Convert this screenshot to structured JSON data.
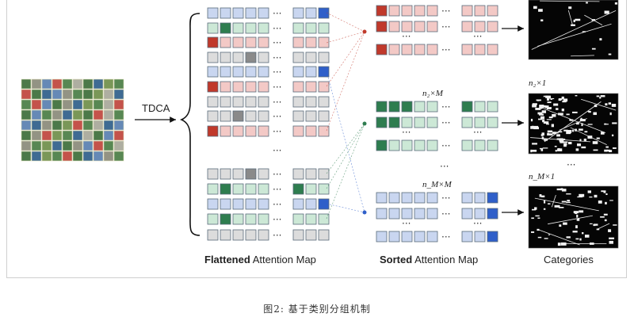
{
  "labels": {
    "tdca": "TDCA",
    "flattened_bold": "Flattened",
    "flattened_rest": " Attention Map",
    "sorted_bold": "Sorted",
    "sorted_rest": " Attention Map",
    "categories": "Categories"
  },
  "math": {
    "n2M": "n₂×M",
    "nMM": "n_M×M",
    "n2x1": "n₂×1",
    "nMx1": "n_M×1"
  },
  "caption": "图2: 基于类别分组机制",
  "ellipsis": "···",
  "vertical_ellipsis": "···",
  "colors": {
    "grey_light": "#dcdcdc",
    "grey_dark": "#8a8a8a",
    "red_light": "#f3c9c6",
    "red_dark": "#c0392b",
    "green_light": "#cce8d6",
    "green_dark": "#2e7d4f",
    "blue_light": "#c9d6f0",
    "blue_dark": "#2f5fc9",
    "cell_border": "#5a6b7a"
  },
  "flattened_rows": [
    [
      "g",
      "g",
      "g",
      "g",
      "g",
      "g",
      "g",
      "B"
    ],
    [
      "g",
      "G",
      "g",
      "g",
      "g",
      "g",
      "g",
      "g"
    ],
    [
      "R",
      "r",
      "r",
      "r",
      "r",
      "r",
      "r",
      "r"
    ],
    [
      "g",
      "g",
      "g",
      "D",
      "g",
      "g",
      "g",
      "g"
    ],
    [
      "g",
      "g",
      "g",
      "b",
      "g",
      "b",
      "g",
      "B"
    ],
    [
      "R",
      "r",
      "r",
      "r",
      "g",
      "r",
      "r",
      "g"
    ],
    [
      "g",
      "g",
      "g",
      "g",
      "g",
      "g",
      "g",
      "g"
    ],
    [
      "g",
      "g",
      "D",
      "g",
      "g",
      "g",
      "g",
      "g"
    ],
    [
      "R",
      "r",
      "r",
      "r",
      "r",
      "r",
      "r",
      "r"
    ],
    [
      "g",
      "g",
      "g",
      "D",
      "g",
      "g",
      "g",
      "g"
    ],
    [
      "g",
      "G",
      "g",
      "g",
      "g",
      "G",
      "g",
      "g"
    ],
    [
      "g",
      "g",
      "b",
      "b",
      "g",
      "g",
      "b",
      "B"
    ],
    [
      "g",
      "G",
      "g",
      "g",
      "g",
      "g",
      "g",
      "g"
    ],
    [
      "g",
      "g",
      "g",
      "g",
      "g",
      "g",
      "g",
      "g"
    ]
  ],
  "sorted_groups": [
    {
      "rows": [
        [
          "R",
          "r",
          "r",
          "r",
          "r",
          "r",
          "r",
          "r"
        ],
        [
          "R",
          "r",
          "r",
          "r",
          "r",
          "r",
          "r",
          "r"
        ],
        [
          "R",
          "r",
          "r",
          "r",
          "r",
          "r",
          "r",
          "r"
        ]
      ]
    },
    {
      "rows": [
        [
          "G",
          "G",
          "G",
          "g",
          "g",
          "G",
          "g",
          "g"
        ],
        [
          "G",
          "G",
          "g",
          "g",
          "g",
          "g",
          "g",
          "g"
        ],
        [
          "G",
          "g",
          "g",
          "g",
          "g",
          "g",
          "g",
          "g"
        ]
      ]
    },
    {
      "rows": [
        [
          "b",
          "b",
          "b",
          "b",
          "b",
          "b",
          "b",
          "B"
        ],
        [
          "b",
          "b",
          "b",
          "b",
          "b",
          "b",
          "b",
          "B"
        ],
        [
          "b",
          "b",
          "b",
          "b",
          "b",
          "b",
          "b",
          "B"
        ]
      ]
    }
  ]
}
